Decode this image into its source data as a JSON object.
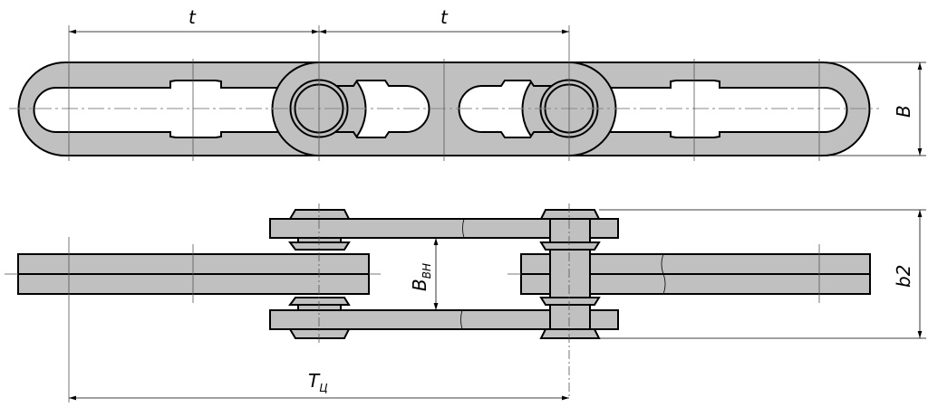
{
  "labels": {
    "pitch_left": "t",
    "pitch_right": "t",
    "width_b": "B",
    "inner_width_main": "B",
    "inner_width_sub": "ВН",
    "b2": "b2",
    "chain_pitch_main": "T",
    "chain_pitch_sub": "Ц"
  }
}
